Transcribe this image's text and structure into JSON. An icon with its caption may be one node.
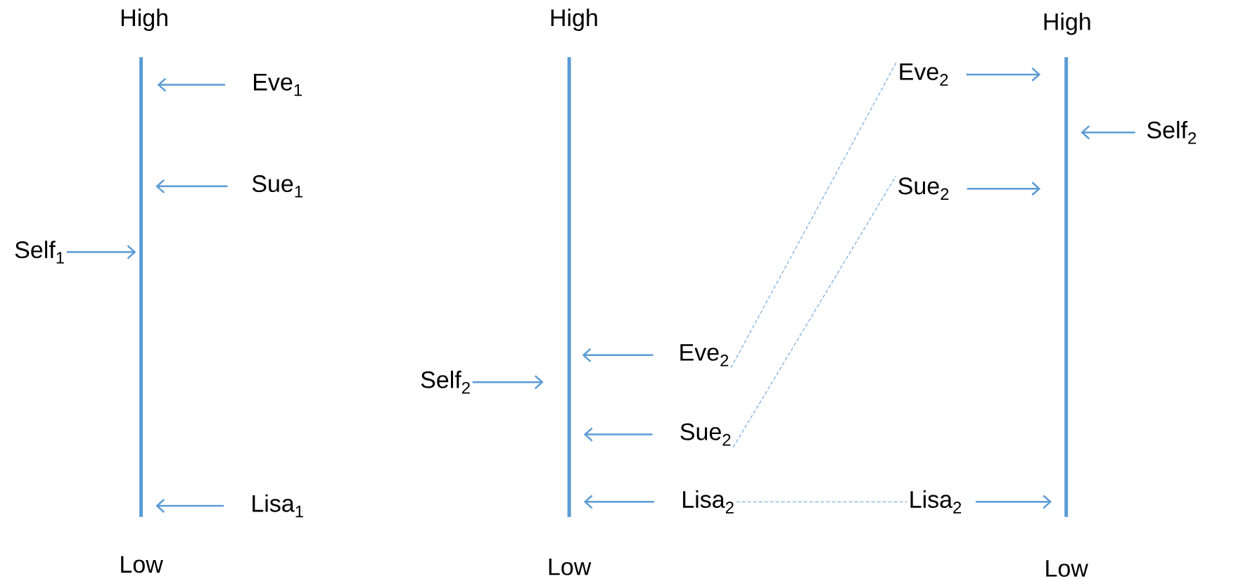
{
  "diagram": {
    "nodes": [
      {
        "text": [],
        "shape": "bar"
      },
      {
        "text": [],
        "shape": "bar"
      },
      {
        "text": [],
        "shape": "bar"
      },
      {
        "text": [
          "Eve$_{1}$"
        ]
      },
      {
        "text": [
          "Sue$_{1}$"
        ]
      },
      {
        "text": [
          "Self$_{1}$"
        ]
      },
      {
        "text": [
          "Lisa$_{1}$"
        ]
      },
      {
        "text": [
          "Self$_{2}$"
        ]
      },
      {
        "text": [
          "Eve$_{2}$"
        ]
      },
      {
        "text": [
          "Sue$_{2}$"
        ]
      },
      {
        "text": [
          "Lisa$_{2}$"
        ]
      },
      {
        "text": [
          "Eve$_{2}$"
        ]
      },
      {
        "text": [
          "Sue$_{2}$"
        ]
      },
      {
        "text": [
          "Self$_{2}$"
        ]
      },
      {
        "text": [
          "Lisa$_{2}$"
        ]
      }
    ],
    "edges": [
      {
        "from": 3,
        "to": 0,
        "arrow": "to"
      },
      {
        "from": 4,
        "to": 0,
        "arrow": "to"
      },
      {
        "from": 5,
        "to": 0,
        "arrow": "to"
      },
      {
        "from": 6,
        "to": 0,
        "arrow": "to"
      },
      {
        "from": 7,
        "to": 1,
        "arrow": "to"
      },
      {
        "from": 8,
        "to": 1,
        "arrow": "to"
      },
      {
        "from": 9,
        "to": 1,
        "arrow": "to"
      },
      {
        "from": 10,
        "to": 1,
        "arrow": "to"
      },
      {
        "from": 11,
        "to": 2,
        "arrow": "to"
      },
      {
        "from": 12,
        "to": 2,
        "arrow": "to"
      },
      {
        "from": 13,
        "to": 2,
        "arrow": "to"
      },
      {
        "from": 14,
        "to": 2,
        "arrow": "to"
      },
      {
        "from": 8,
        "to": 11,
        "arrow": "none",
        "style": "dashed"
      },
      {
        "from": 9,
        "to": 12,
        "arrow": "none",
        "style": "dashed"
      },
      {
        "from": 10,
        "to": 14,
        "arrow": "none",
        "style": "dashed"
      }
    ],
    "labels": [
      "High",
      "High",
      "High",
      "Low",
      "Low",
      "Low"
    ]
  }
}
